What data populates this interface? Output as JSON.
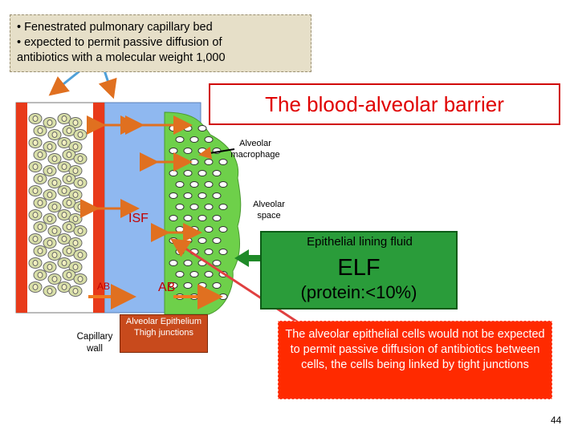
{
  "top_note": {
    "line1": "• Fenestrated pulmonary capillary bed",
    "line2": "• expected to permit passive diffusion of",
    "line3": "antibiotics with a molecular weight 1,000"
  },
  "title": "The blood-alveolar  barrier",
  "labels": {
    "macrophage": "Alveolar macrophage",
    "alveolar_space": "Alveolar space",
    "isf": "ISF",
    "ab_left": "AB",
    "ab_mid": "AB",
    "capillary_wall": "Capillary wall",
    "tight_junctions": "Alveolar Epithelium Thigh junctions"
  },
  "elf_box": {
    "label": "Epithelial  lining fluid",
    "title": "ELF",
    "protein": "(protein:<10%)"
  },
  "callout": "The alveolar epithelial cells would not be expected to permit passive diffusion of antibiotics between cells, the cells being linked by tight junctions",
  "page_number": "44",
  "colors": {
    "capillary_wall": "#e83a1a",
    "isf_blue": "#8fb8f0",
    "alveolar_green": "#6ed04a",
    "elf_green": "#2a9c3a",
    "arrow_orange": "#f07a20",
    "title_red": "#e00000",
    "callout_red": "#ff2a00"
  }
}
